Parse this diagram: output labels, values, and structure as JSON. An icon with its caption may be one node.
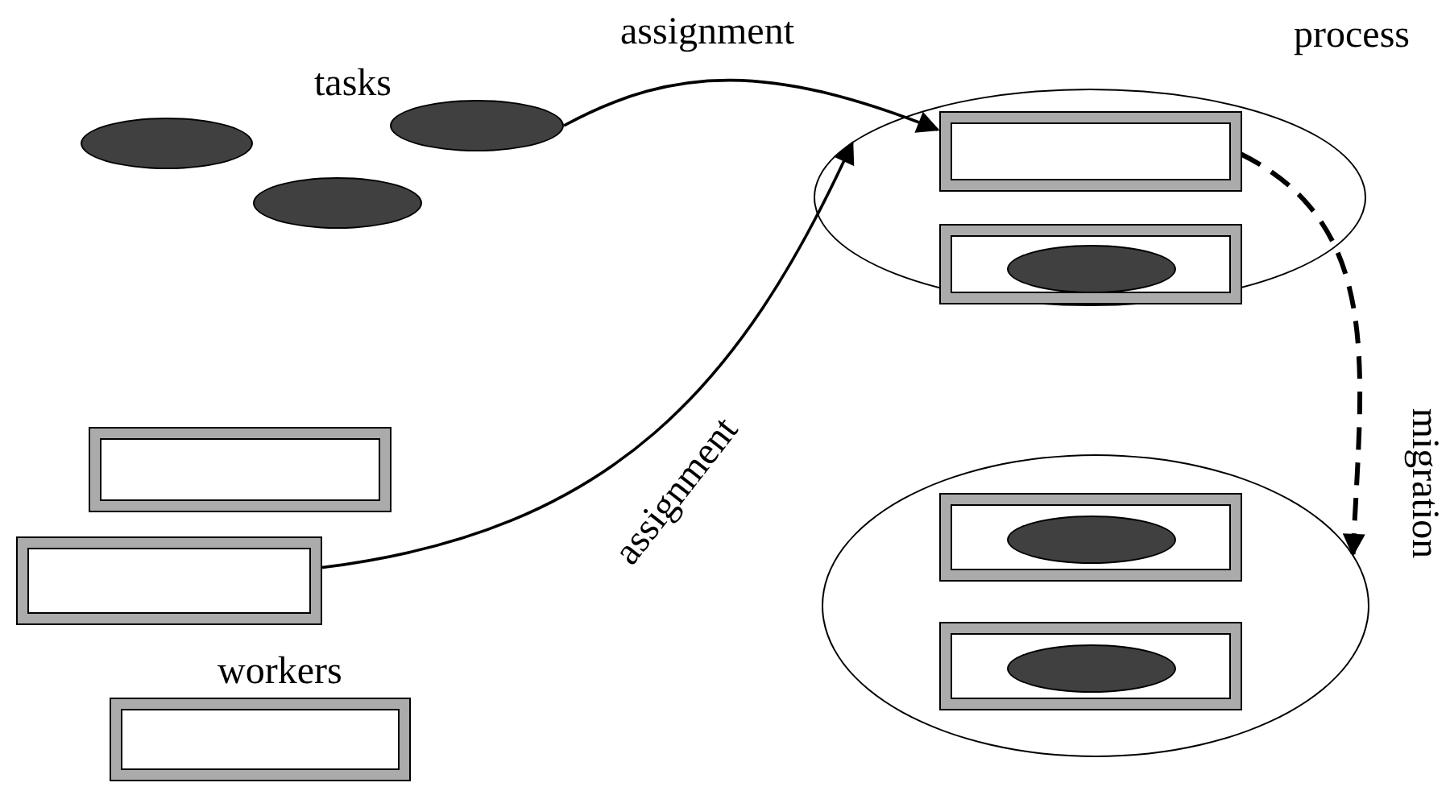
{
  "diagram": {
    "nodes": [
      {
        "text": [],
        "shape": "ellipse"
      },
      {
        "text": [],
        "shape": "ellipse"
      },
      {
        "text": [],
        "shape": "ellipse"
      },
      {
        "text": [
          "process"
        ]
      },
      {
        "text": [],
        "shape": "box",
        "in": 3
      },
      {
        "text": [],
        "shape": "box",
        "in": 3
      },
      {
        "text": [],
        "shape": "ellipse",
        "in": 5
      },
      {
        "text": [],
        "shape": "ellipse"
      },
      {
        "text": [],
        "shape": "box",
        "in": 7
      },
      {
        "text": [],
        "shape": "ellipse",
        "in": 8
      },
      {
        "text": [],
        "shape": "box",
        "in": 7
      },
      {
        "text": [],
        "shape": "ellipse",
        "in": 10
      },
      {
        "text": [],
        "shape": "box"
      },
      {
        "text": [],
        "shape": "box"
      },
      {
        "text": [],
        "shape": "box"
      }
    ],
    "edges": [
      {
        "from": 2,
        "to": 4,
        "arrow": "to",
        "label": "assignment"
      },
      {
        "from": 13,
        "to": 3,
        "arrow": "to",
        "label": "assignment"
      },
      {
        "from": 4,
        "to": 7,
        "arrow": "to",
        "label": "migration",
        "style": "dashed"
      }
    ],
    "labels": [
      "tasks",
      "workers"
    ]
  }
}
